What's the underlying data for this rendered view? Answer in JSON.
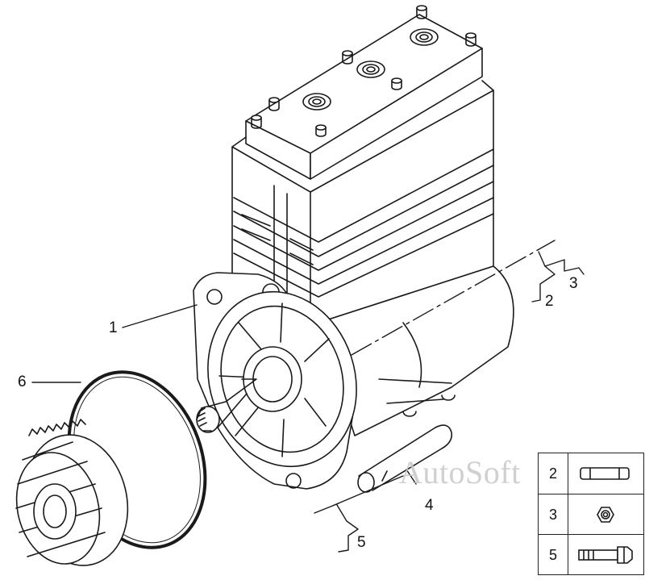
{
  "callouts": {
    "c1": "1",
    "c2": "2",
    "c3": "3",
    "c4": "4",
    "c5": "5",
    "c6": "6"
  },
  "watermark": "AutoSoft",
  "legend": {
    "rows": [
      {
        "number": "2",
        "icon": "pin-icon"
      },
      {
        "number": "3",
        "icon": "nut-icon"
      },
      {
        "number": "5",
        "icon": "bolt-icon"
      }
    ]
  }
}
